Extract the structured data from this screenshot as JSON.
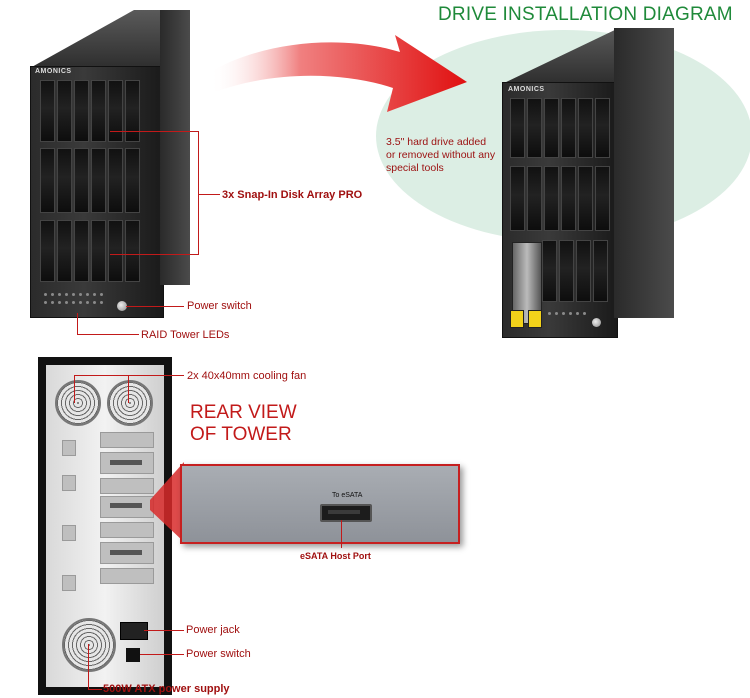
{
  "heading": "DRIVE INSTALLATION DIAGRAM",
  "rear_title_line1": "REAR VIEW",
  "rear_title_line2": "OF TOWER",
  "brand_logo": "AMONICS",
  "hotswap_note_lines": [
    "3.5\" hard drive added",
    "or removed without any",
    "special tools"
  ],
  "callouts": {
    "disk_array": "3x Snap-In Disk Array  PRO",
    "power_switch_front": "Power switch",
    "raid_leds": "RAID Tower LEDs",
    "cooling_fan": "2x  40x40mm cooling fan",
    "esata_host_port": "eSATA Host Port",
    "power_jack": "Power jack",
    "power_switch_rear": "Power switch",
    "psu": "500W ATX power supply"
  },
  "esata_panel_label": "To eSATA",
  "colors": {
    "heading_green": "#1f8a3a",
    "callout_red": "#c21a1a",
    "arrow_red": "#e01010",
    "ellipse": "#dceee4"
  },
  "icons": {
    "arrow": "curved-red-arrow",
    "fan": "fan-grille",
    "esata": "esata-connector"
  }
}
